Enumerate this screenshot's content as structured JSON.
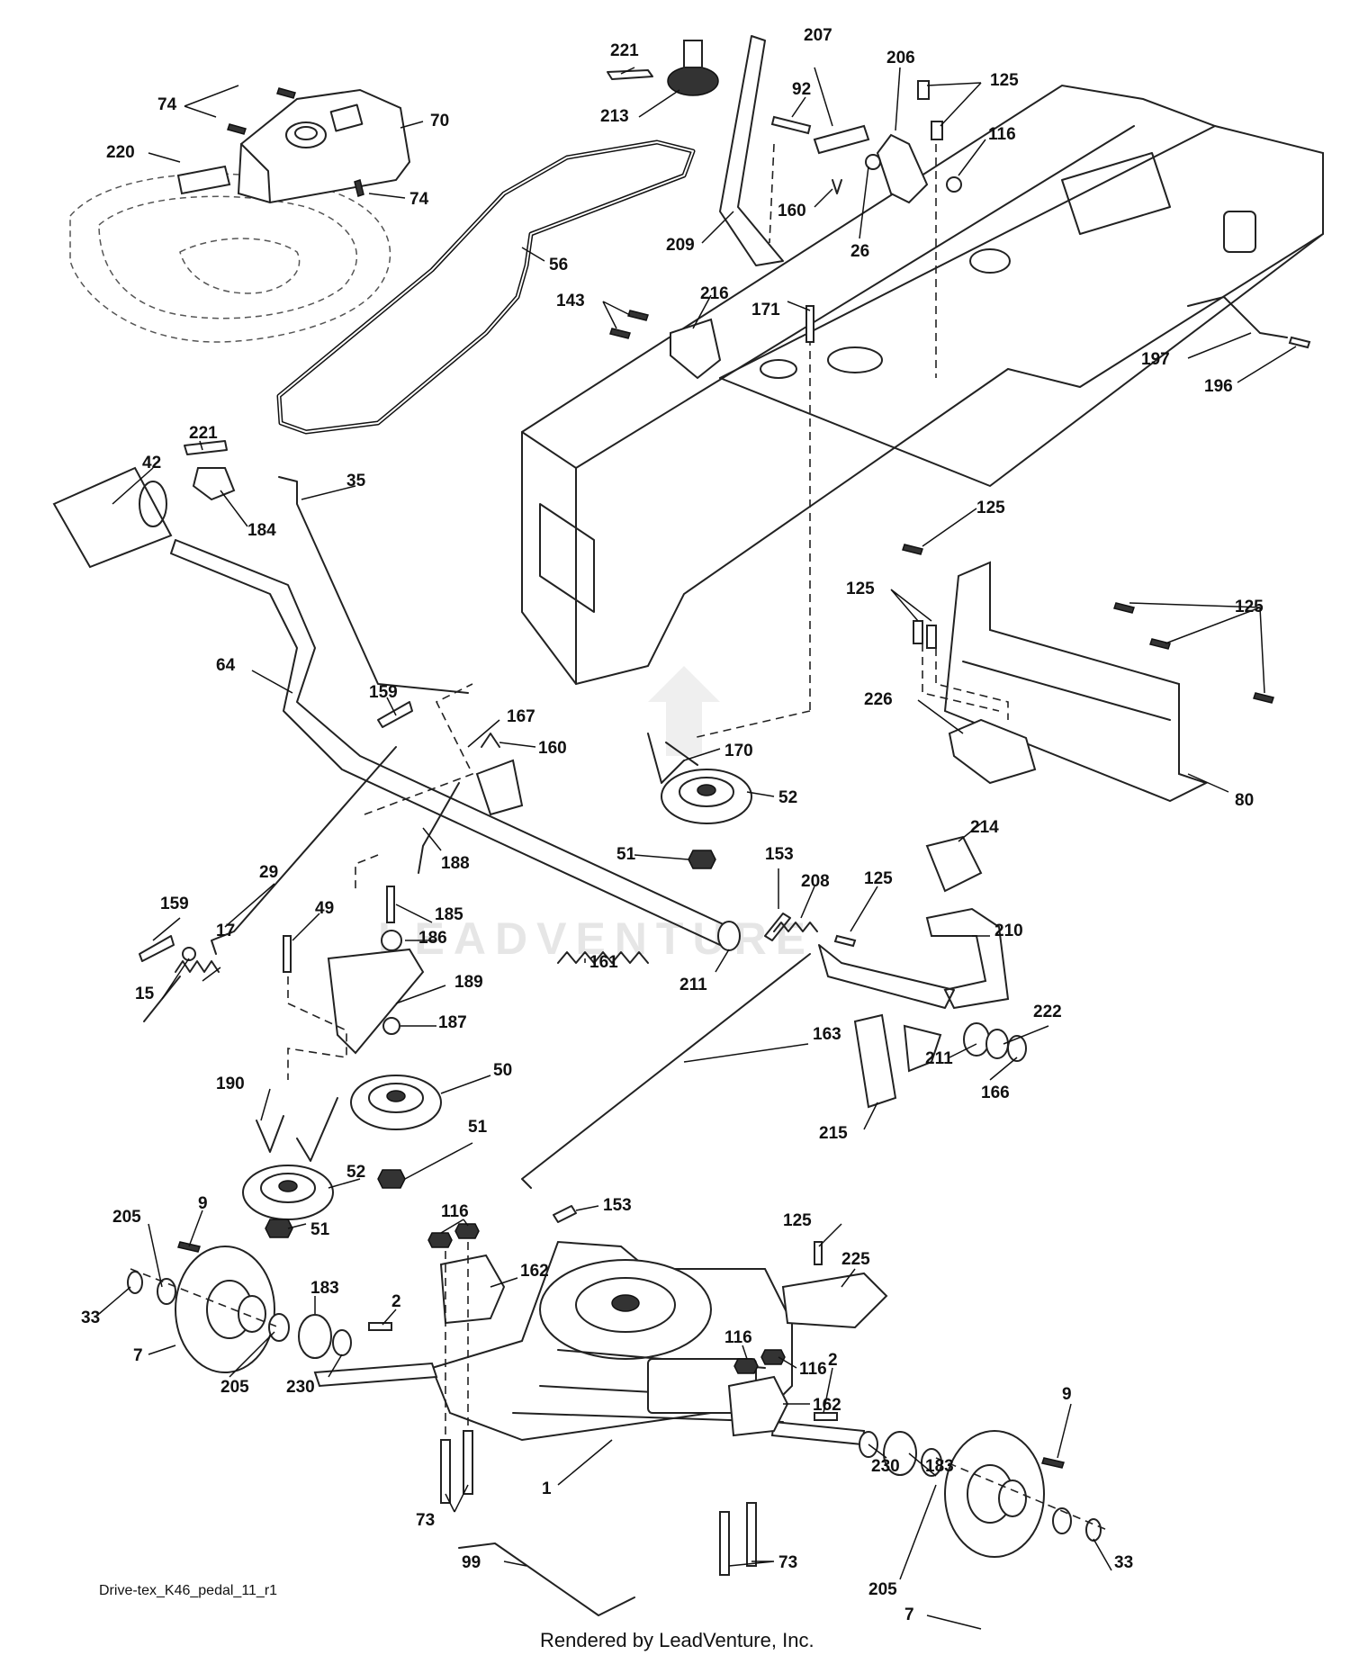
{
  "diagram": {
    "callouts": [
      {
        "id": "c221a",
        "label": "221"
      },
      {
        "id": "c74a",
        "label": "74"
      },
      {
        "id": "c213",
        "label": "213"
      },
      {
        "id": "c207",
        "label": "207"
      },
      {
        "id": "c206",
        "label": "206"
      },
      {
        "id": "c125a",
        "label": "125"
      },
      {
        "id": "c92",
        "label": "92"
      },
      {
        "id": "c116a",
        "label": "116"
      },
      {
        "id": "c70",
        "label": "70"
      },
      {
        "id": "c220",
        "label": "220"
      },
      {
        "id": "c74b",
        "label": "74"
      },
      {
        "id": "c160a",
        "label": "160"
      },
      {
        "id": "c26",
        "label": "26"
      },
      {
        "id": "c209",
        "label": "209"
      },
      {
        "id": "c56",
        "label": "56"
      },
      {
        "id": "c171",
        "label": "171"
      },
      {
        "id": "c143",
        "label": "143"
      },
      {
        "id": "c216",
        "label": "216"
      },
      {
        "id": "c197",
        "label": "197"
      },
      {
        "id": "c196",
        "label": "196"
      },
      {
        "id": "c221b",
        "label": "221"
      },
      {
        "id": "c42",
        "label": "42"
      },
      {
        "id": "c35",
        "label": "35"
      },
      {
        "id": "c184",
        "label": "184"
      },
      {
        "id": "c125b",
        "label": "125"
      },
      {
        "id": "c125c",
        "label": "125"
      },
      {
        "id": "c125d",
        "label": "125"
      },
      {
        "id": "c64",
        "label": "64"
      },
      {
        "id": "c226",
        "label": "226"
      },
      {
        "id": "c159a",
        "label": "159"
      },
      {
        "id": "c167",
        "label": "167"
      },
      {
        "id": "c160b",
        "label": "160"
      },
      {
        "id": "c170",
        "label": "170"
      },
      {
        "id": "c52a",
        "label": "52"
      },
      {
        "id": "c80",
        "label": "80"
      },
      {
        "id": "c51a",
        "label": "51"
      },
      {
        "id": "c214",
        "label": "214"
      },
      {
        "id": "c188",
        "label": "188"
      },
      {
        "id": "c153a",
        "label": "153"
      },
      {
        "id": "c208",
        "label": "208"
      },
      {
        "id": "c125e",
        "label": "125"
      },
      {
        "id": "c29",
        "label": "29"
      },
      {
        "id": "c159b",
        "label": "159"
      },
      {
        "id": "c49",
        "label": "49"
      },
      {
        "id": "c185",
        "label": "185"
      },
      {
        "id": "c210",
        "label": "210"
      },
      {
        "id": "c17",
        "label": "17"
      },
      {
        "id": "c186",
        "label": "186"
      },
      {
        "id": "c161",
        "label": "161"
      },
      {
        "id": "c211a",
        "label": "211"
      },
      {
        "id": "c15",
        "label": "15"
      },
      {
        "id": "c189",
        "label": "189"
      },
      {
        "id": "c222",
        "label": "222"
      },
      {
        "id": "c187",
        "label": "187"
      },
      {
        "id": "c163",
        "label": "163"
      },
      {
        "id": "c211b",
        "label": "211"
      },
      {
        "id": "c166",
        "label": "166"
      },
      {
        "id": "c190",
        "label": "190"
      },
      {
        "id": "c50",
        "label": "50"
      },
      {
        "id": "c215",
        "label": "215"
      },
      {
        "id": "c51b",
        "label": "51"
      },
      {
        "id": "c52b",
        "label": "52"
      },
      {
        "id": "c9a",
        "label": "9"
      },
      {
        "id": "c205a",
        "label": "205"
      },
      {
        "id": "c51c",
        "label": "51"
      },
      {
        "id": "c153b",
        "label": "153"
      },
      {
        "id": "c116b",
        "label": "116"
      },
      {
        "id": "c125f",
        "label": "125"
      },
      {
        "id": "c162a",
        "label": "162"
      },
      {
        "id": "c225",
        "label": "225"
      },
      {
        "id": "c183a",
        "label": "183"
      },
      {
        "id": "c2a",
        "label": "2"
      },
      {
        "id": "c33a",
        "label": "33"
      },
      {
        "id": "c7a",
        "label": "7"
      },
      {
        "id": "c205b",
        "label": "205"
      },
      {
        "id": "c230a",
        "label": "230"
      },
      {
        "id": "c116c",
        "label": "116"
      },
      {
        "id": "c116d",
        "label": "116"
      },
      {
        "id": "c162b",
        "label": "162"
      },
      {
        "id": "c2b",
        "label": "2"
      },
      {
        "id": "c9b",
        "label": "9"
      },
      {
        "id": "c230b",
        "label": "230"
      },
      {
        "id": "c183b",
        "label": "183"
      },
      {
        "id": "c1",
        "label": "1"
      },
      {
        "id": "c73a",
        "label": "73"
      },
      {
        "id": "c73b",
        "label": "73"
      },
      {
        "id": "c33b",
        "label": "33"
      },
      {
        "id": "c99",
        "label": "99"
      },
      {
        "id": "c205c",
        "label": "205"
      },
      {
        "id": "c7b",
        "label": "7"
      }
    ],
    "drawing_id": "Drive-tex_K46_pedal_11_r1",
    "credit": "Rendered by LeadVenture, Inc.",
    "watermark": "LEADVENTURE"
  }
}
